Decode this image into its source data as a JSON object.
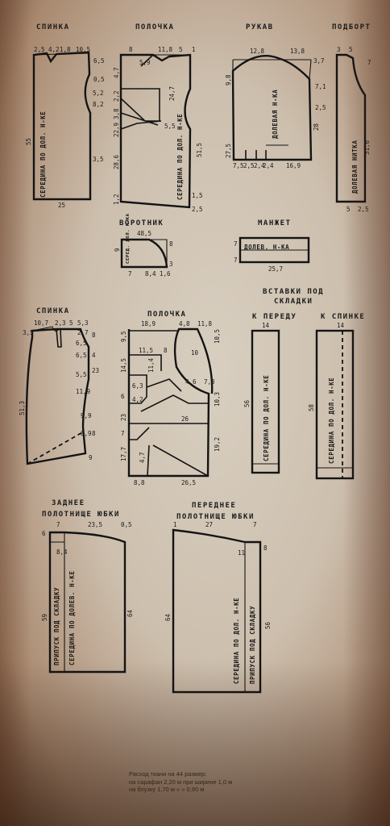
{
  "titles": {
    "back_top": "СПИНКА",
    "front_top": "ПОЛОЧКА",
    "sleeve": "РУКАВ",
    "facing": "ПОДБОРТ",
    "collar": "ВОРОТНИК",
    "cuff": "МАНЖЕТ",
    "inserts": "ВСТАВКИ ПОД",
    "inserts2": "СКЛАДКИ",
    "to_front": "К ПЕРЕДУ",
    "to_back": "К СПИНКЕ",
    "back2": "СПИНКА",
    "front2": "ПОЛОЧКА",
    "back_skirt_1": "ЗАДНЕЕ",
    "back_skirt_2": "ПОЛОТНИЩЕ ЮБКИ",
    "front_skirt_1": "ПЕРЕДНЕЕ",
    "front_skirt_2": "ПОЛОТНИЩЕ ЮБКИ"
  },
  "labels": {
    "back_center": "СЕРЕДИНА ПО ДОЛ. Н-КЕ",
    "front_center": "СЕРЕДИНА ПО ДОЛ. Н-КЕ",
    "sleeve_grain": "ДОЛЕВАЯ Н-КА",
    "facing_grain": "ДОЛЕВАЯ НИТКА",
    "collar_grain": "СЕРЕД. ДОЛ. Н-КА",
    "cuff_grain": "ДОЛЕВ. Н-КА",
    "insert_front": "СЕРЕДИНА ПО ДОЛ. Н-КЕ",
    "insert_back": "СЕРЕДИНА ПО ДОЛ. Н-КЕ",
    "back_skirt_fold": "ПРИПУСК ПОД СКЛАДКУ",
    "back_skirt_center": "СЕРЕДИНА ПО ДОЛЕВ. Н-КЕ",
    "front_skirt_center": "СЕРЕДИНА ПО ДОЛ. Н-КЕ",
    "front_skirt_fold": "ПРИПУСК ПОД СКЛАДКУ"
  },
  "dims": {
    "b1_top": [
      "2,5",
      "4,2",
      "1,8",
      "10,5"
    ],
    "b1_side": [
      "6,5",
      "0,5",
      "5,2",
      "8,2"
    ],
    "b1_left": "55",
    "b1_right": "3,5",
    "b1_bottom": "25",
    "f1_top": [
      "8",
      "11,8",
      "5",
      "1"
    ],
    "f1_left": [
      "4,7",
      "2,2",
      "3,8",
      "22,9",
      "28,6",
      "1,2"
    ],
    "f1_mid": [
      "5,9",
      "24,7",
      "5,5"
    ],
    "f1_right": [
      "51,5",
      "1,5"
    ],
    "f1_bottom": "2,5",
    "s_top": [
      "12,8",
      "13,8"
    ],
    "s_side": [
      "9,8",
      "3,7",
      "7,1",
      "2,5",
      "28",
      "27,5"
    ],
    "s_bottom": [
      "7,5",
      "2,5",
      "2,4",
      "2,4",
      "16,9"
    ],
    "fac_top": [
      "3",
      "5"
    ],
    "fac_side": [
      "7",
      "51,6"
    ],
    "fac_bottom": [
      "5",
      "2,5"
    ],
    "col_top": "48,5",
    "col": [
      "9",
      "8",
      "7",
      "8,4",
      "1,6",
      "3"
    ],
    "cuff_bottom": "25,7",
    "cuff_left": "7",
    "ins_f": [
      "14",
      "56"
    ],
    "ins_b": [
      "14",
      "58"
    ],
    "b2_top": [
      "10,7",
      "2,3",
      "5",
      "5,3"
    ],
    "b2_left": [
      "3,5",
      "51,3"
    ],
    "b2_right": [
      "2,7",
      "6,5",
      "6,5",
      "5,5",
      "11,9",
      "9,9",
      "8,9",
      "8",
      "4",
      "23",
      "8",
      "9"
    ],
    "f2_top": [
      "18,9",
      "4,8",
      "11,8"
    ],
    "f2_left": [
      "9,5",
      "14,5",
      "6",
      "23",
      "7",
      "17,7"
    ],
    "f2_mid": [
      "11,5",
      "8",
      "11,4",
      "6,3",
      "4,2",
      "4,6",
      "7,3",
      "10",
      "26",
      "4,7"
    ],
    "f2_right": [
      "10,5",
      "10,3",
      "19,2"
    ],
    "f2_bottom": [
      "8,8",
      "26,5"
    ],
    "bs_top": [
      "7",
      "23,5",
      "0,5"
    ],
    "bs_side": [
      "6",
      "8,4",
      "59",
      "64"
    ],
    "fs_top": [
      "1",
      "27",
      "7"
    ],
    "fs_side": [
      "64",
      "11",
      "8",
      "56"
    ]
  },
  "footnote": {
    "line1": "Расход ткани на 44 размер:",
    "line2": "на сарафан 2,20 м при ширине 1,0 м",
    "line3": "на блузку  1,70 м   »   »   0,90 м"
  }
}
